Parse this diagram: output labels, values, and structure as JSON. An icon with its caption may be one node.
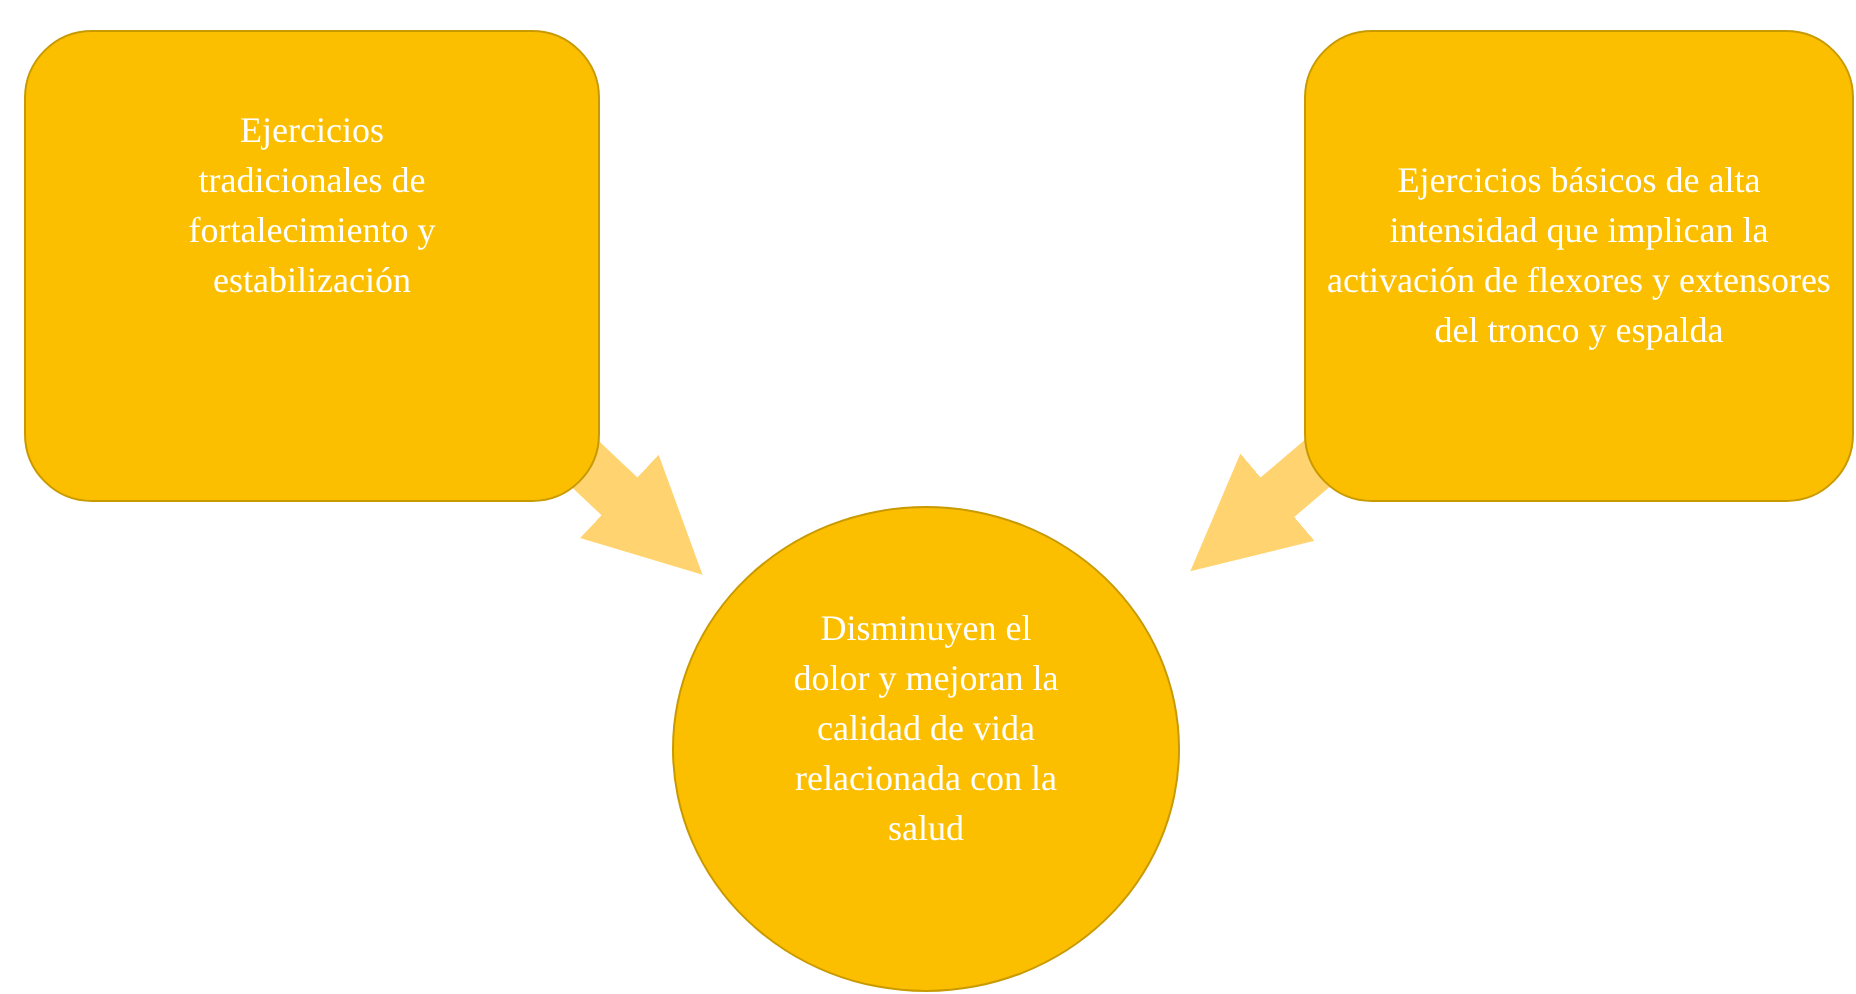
{
  "diagram": {
    "nodes": [
      {
        "text": [
          "Ejercicios tradicionales de fortalecimiento y estabilización"
        ]
      },
      {
        "text": [
          "Ejercicios básicos de alta intensidad que implican la activación de flexores y extensores del tronco y espalda"
        ]
      },
      {
        "text": [
          "Disminuyen el dolor y mejoran la calidad de vida relacionada con la salud"
        ]
      }
    ],
    "edges": [
      {
        "from": 0,
        "to": 2,
        "arrow": "to"
      },
      {
        "from": 1,
        "to": 2,
        "arrow": "to"
      }
    ]
  }
}
